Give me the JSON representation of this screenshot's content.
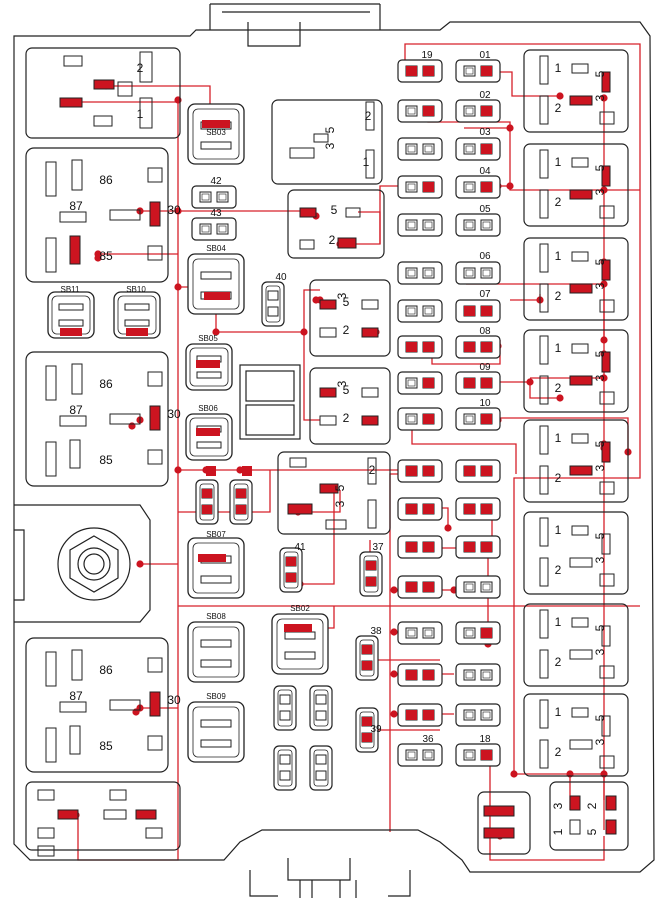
{
  "numbered_fuses": [
    {
      "id": "19",
      "label": "19"
    },
    {
      "id": "01",
      "label": "01"
    },
    {
      "id": "02",
      "label": "02"
    },
    {
      "id": "03",
      "label": "03"
    },
    {
      "id": "04",
      "label": "04"
    },
    {
      "id": "05",
      "label": "05"
    },
    {
      "id": "06",
      "label": "06"
    },
    {
      "id": "07",
      "label": "07"
    },
    {
      "id": "08",
      "label": "08"
    },
    {
      "id": "09",
      "label": "09"
    },
    {
      "id": "10",
      "label": "10"
    },
    {
      "id": "36",
      "label": "36"
    },
    {
      "id": "18",
      "label": "18"
    },
    {
      "id": "37",
      "label": "37"
    },
    {
      "id": "38",
      "label": "38"
    },
    {
      "id": "39",
      "label": "39"
    },
    {
      "id": "40",
      "label": "40"
    },
    {
      "id": "41",
      "label": "41"
    },
    {
      "id": "42",
      "label": "42"
    },
    {
      "id": "43",
      "label": "43"
    }
  ],
  "breakers": [
    {
      "id": "SB03",
      "label": "SB03"
    },
    {
      "id": "SB04",
      "label": "SB04"
    },
    {
      "id": "SB11",
      "label": "SB11"
    },
    {
      "id": "SB10",
      "label": "SB10"
    },
    {
      "id": "SB05",
      "label": "SB05"
    },
    {
      "id": "SB06",
      "label": "SB06"
    },
    {
      "id": "SB07",
      "label": "SB07"
    },
    {
      "id": "SB08",
      "label": "SB08"
    },
    {
      "id": "SB02",
      "label": "SB02"
    },
    {
      "id": "SB09",
      "label": "SB09"
    }
  ],
  "relay_pins": {
    "p86": "86",
    "p87": "87",
    "p30": "30",
    "p85": "85",
    "p1": "1",
    "p2": "2",
    "p3": "3",
    "p5": "5"
  },
  "colors": {
    "outline": "#222222",
    "wire": "#d6202a",
    "node": "#cc1420",
    "fill": "#ffffff"
  }
}
